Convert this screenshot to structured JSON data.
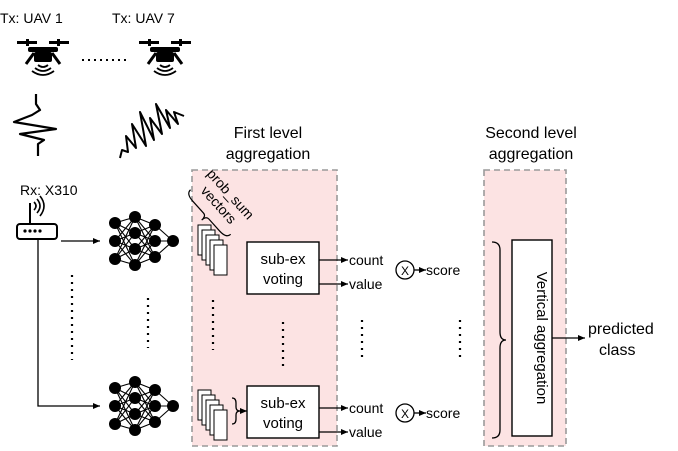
{
  "tx_first_label": "Tx: UAV 1",
  "tx_last_label": "Tx: UAV 7",
  "rx_label": "Rx: X310",
  "first_level": {
    "title_line1": "First level",
    "title_line2": "aggregation"
  },
  "second_level": {
    "title_line1": "Second level",
    "title_line2": "aggregation"
  },
  "prob_sum_vectors": {
    "line1": "prob_sum",
    "line2": "vectors"
  },
  "voting_top": {
    "line1": "sub-ex",
    "line2": "voting"
  },
  "voting_bottom": {
    "line1": "sub-ex",
    "line2": "voting"
  },
  "count_label": "count",
  "value_label": "value",
  "multiply_symbol": "X",
  "score_label": "score",
  "vertical_aggregation": "Vertical aggregation",
  "output": {
    "line1": "predicted",
    "line2": "class"
  },
  "colors": {
    "aggregation_fill": "#fce3e3",
    "aggregation_border": "#9a9a9a"
  },
  "icons": [
    "drone-icon",
    "antenna-router-icon",
    "neural-network-icon",
    "signal-waveform-icon"
  ]
}
